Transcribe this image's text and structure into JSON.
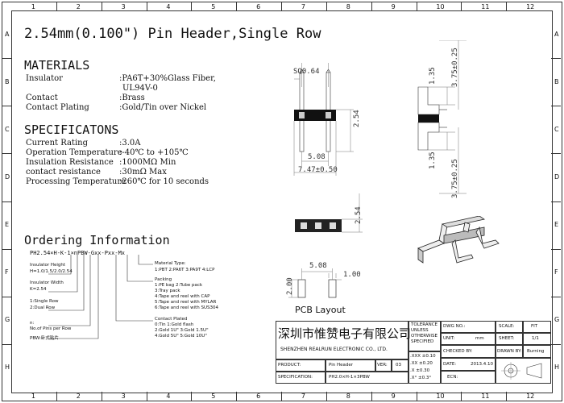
{
  "title": "2.54mm(0.100\") Pin Header,Single Row",
  "zones": {
    "columns": [
      "1",
      "2",
      "3",
      "4",
      "5",
      "6",
      "7",
      "8",
      "9",
      "10",
      "11",
      "12"
    ],
    "rows": [
      "A",
      "B",
      "C",
      "D",
      "E",
      "F",
      "G",
      "H"
    ]
  },
  "materials": {
    "heading": "MATERIALS",
    "rows": [
      {
        "label": "Insulator",
        "value": ":PA6T+30%Glass Fiber,"
      },
      {
        "label": "",
        "value": "UL94V-0"
      },
      {
        "label": "Contact",
        "value": ":Brass"
      },
      {
        "label": "Contact Plating",
        "value": ":Gold/Tin over Nickel"
      }
    ]
  },
  "specifications": {
    "heading": "SPECIFICATONS",
    "rows": [
      {
        "label": "Current Rating",
        "value": ":3.0A"
      },
      {
        "label": "Operation Temperature",
        "value": ":-40℃ to +105℃"
      },
      {
        "label": "Insulation Resistance",
        "value": ":1000MΩ Min"
      },
      {
        "label": "contact resistance",
        "value": ":30mΩ Max"
      },
      {
        "label": "Processing Temperature",
        "value": ":260℃ for 10 seconds"
      }
    ]
  },
  "ordering": {
    "heading": "Ordering Information",
    "code": "PH2.54×H-K-1×nPBW-Gxx-Pxx-Mx",
    "left_notes": [
      "Insulator Height",
      "H=1.0/1.5/2.0/2.54",
      "Insulator Width",
      "K=2.54",
      "1:Single Row",
      "2:Dual Row",
      "n:",
      "No.of Pins per Row",
      "PBW:卧式贴片"
    ],
    "material_type": [
      "Material Type:",
      "1:PBT 2:PA6T 3:PA9T 4:LCP"
    ],
    "packing": [
      "Packing",
      "1:PE bag     2:Tube pack",
      "3:Tray pack",
      "4:Tape and reel with CAP",
      "5:Tape and reel with MYLAR",
      "6:Tape and reel with SUS304"
    ],
    "contact_plated": [
      "Contact Plated",
      "0:Tin          1:Gold flash",
      "2:Gold 1U\"    3:Gold 1.5U\"",
      "4:Gold 5U\"    5:Gold 10U\""
    ]
  },
  "dimensions": {
    "sq": "SQ0.64",
    "pitch1": "5.08",
    "width": "7.47±0.50",
    "height": "2.54",
    "side_top1": "1.35",
    "side_top2": "3.75±0.25",
    "side_bot1": "1.35",
    "side_bot2": "3.75±0.25",
    "top_view_height": "2.54",
    "pcb_pitch": "5.08",
    "pcb_h": "2.00",
    "pcb_w": "1.00"
  },
  "pcb_layout_label": "PCB Layout",
  "title_block": {
    "company_cn": "深圳市惟赞电子有限公司",
    "company_en": "SHENZHEN REALRUN ELECTRONIC CO., LTD.",
    "tolerance_header": [
      "TOLERANCE",
      "UNLESS",
      "OTHERWISE",
      "SPECIFIED"
    ],
    "tolerances": [
      ".XXX ±0.10",
      ".XX  ±0.20",
      ".X   ±0.30",
      ".X°  ±0.3°"
    ],
    "dwg_no_label": "DWG NO.:",
    "dwg_no": "",
    "scale_label": "SCALE:",
    "scale": "FIT",
    "unit_label": "UNIT:",
    "unit": "mm",
    "sheet_label": "SHEET:",
    "sheet": "1/1",
    "checked_label": "CHECKED BY:",
    "checked": "",
    "drawn_label": "DRAWN BY:",
    "drawn": "Burning",
    "date_label": "DATE:",
    "date": "2013.4.10",
    "product_label": "PRODUCT:",
    "product": "Pin Header",
    "ver_label": "VER:",
    "ver": "03",
    "spec_label": "SPECIFICATION:",
    "spec": "PH2.0×H-1×3PBW",
    "ecn_label": "ECN:",
    "ecn": ""
  }
}
